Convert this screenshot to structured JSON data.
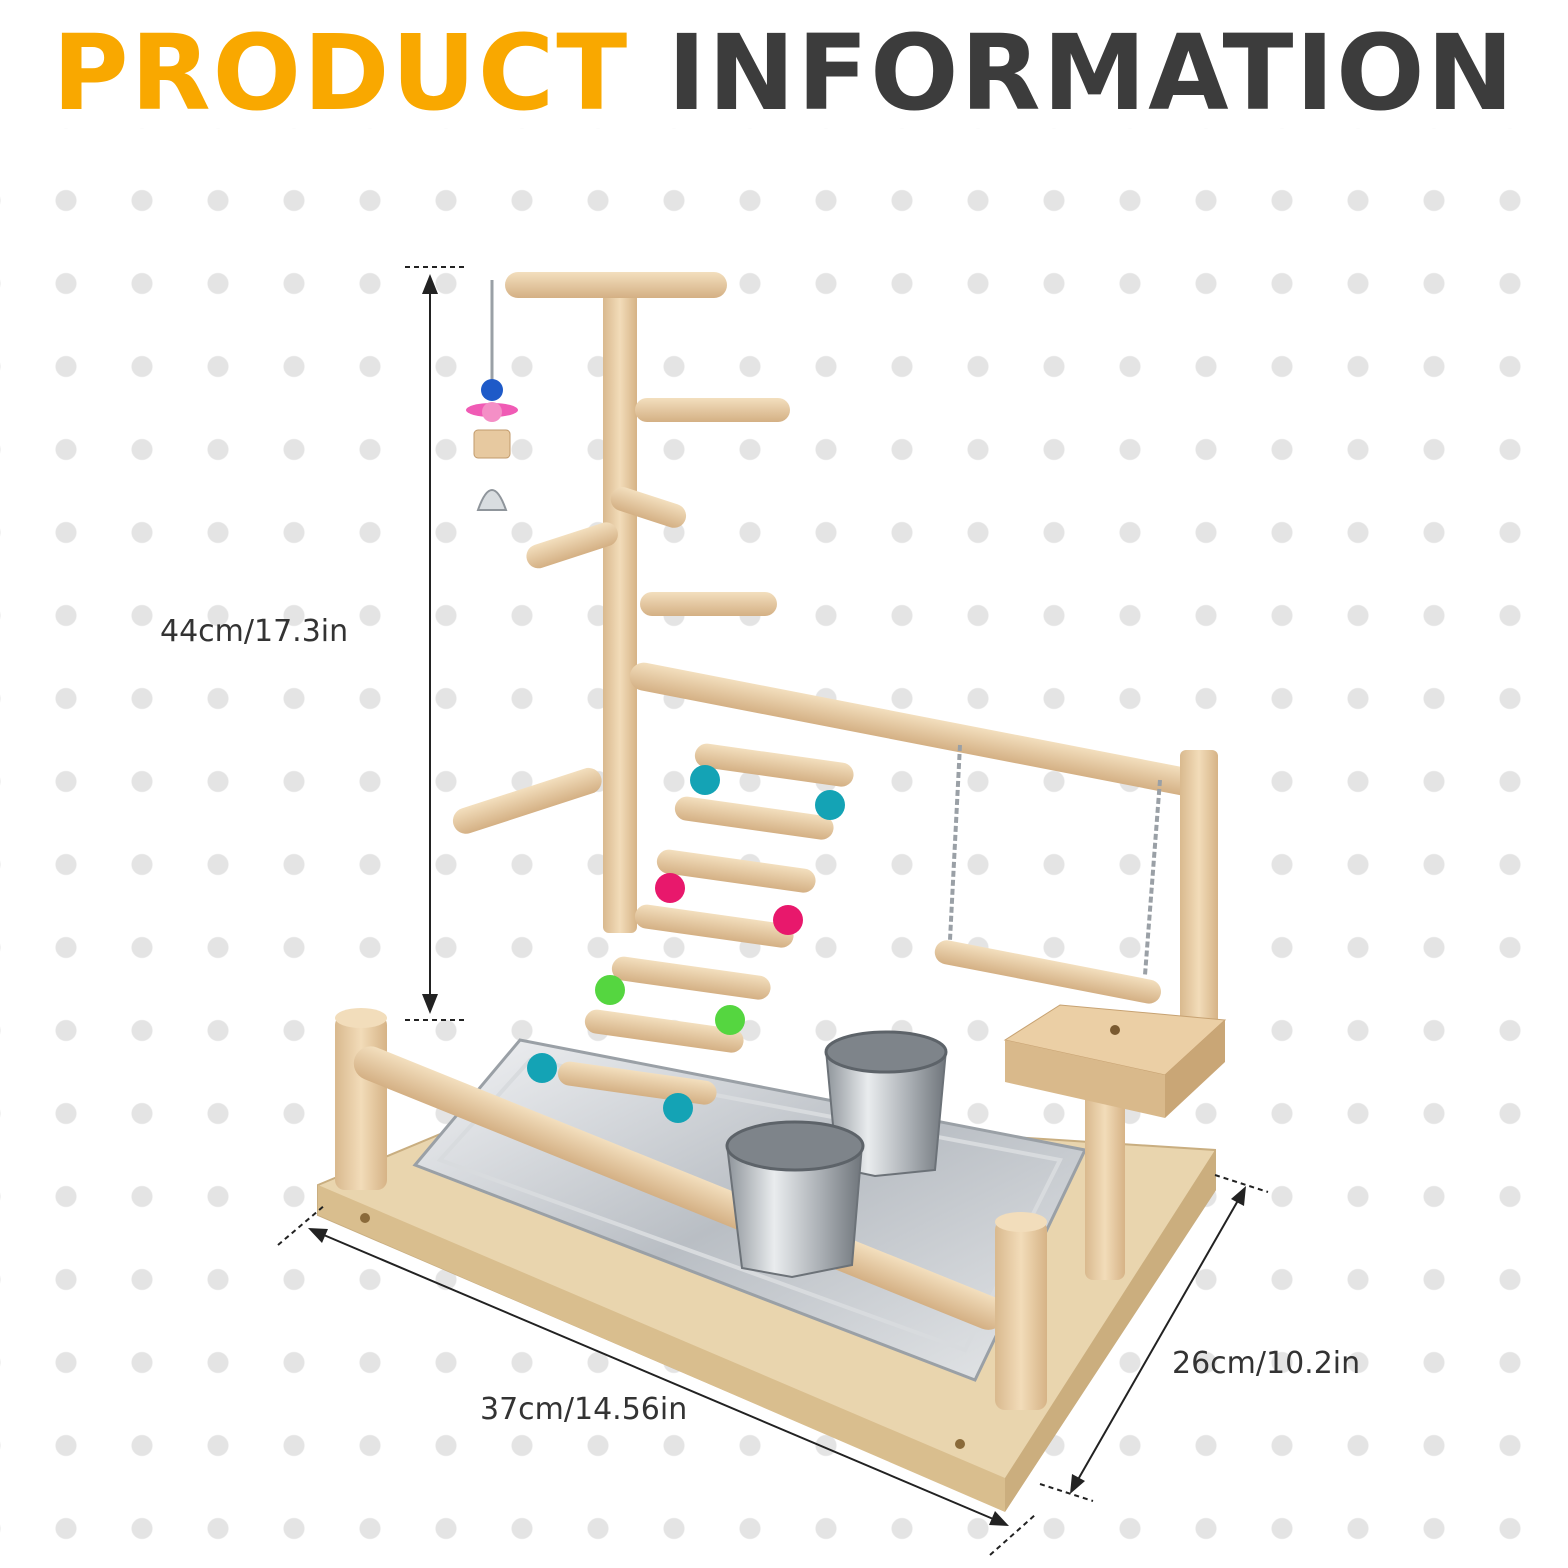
{
  "title": {
    "word1": "PRODUCT",
    "word2": "INFORMATION"
  },
  "dimensions": {
    "height": "44cm/17.3in",
    "length": "37cm/14.56in",
    "depth": "26cm/10.2in"
  },
  "colors": {
    "title_accent": "#F9A800",
    "title_dark": "#3c3c3c",
    "wood": "#E8CFA6",
    "steel": "#C9CDD1"
  }
}
